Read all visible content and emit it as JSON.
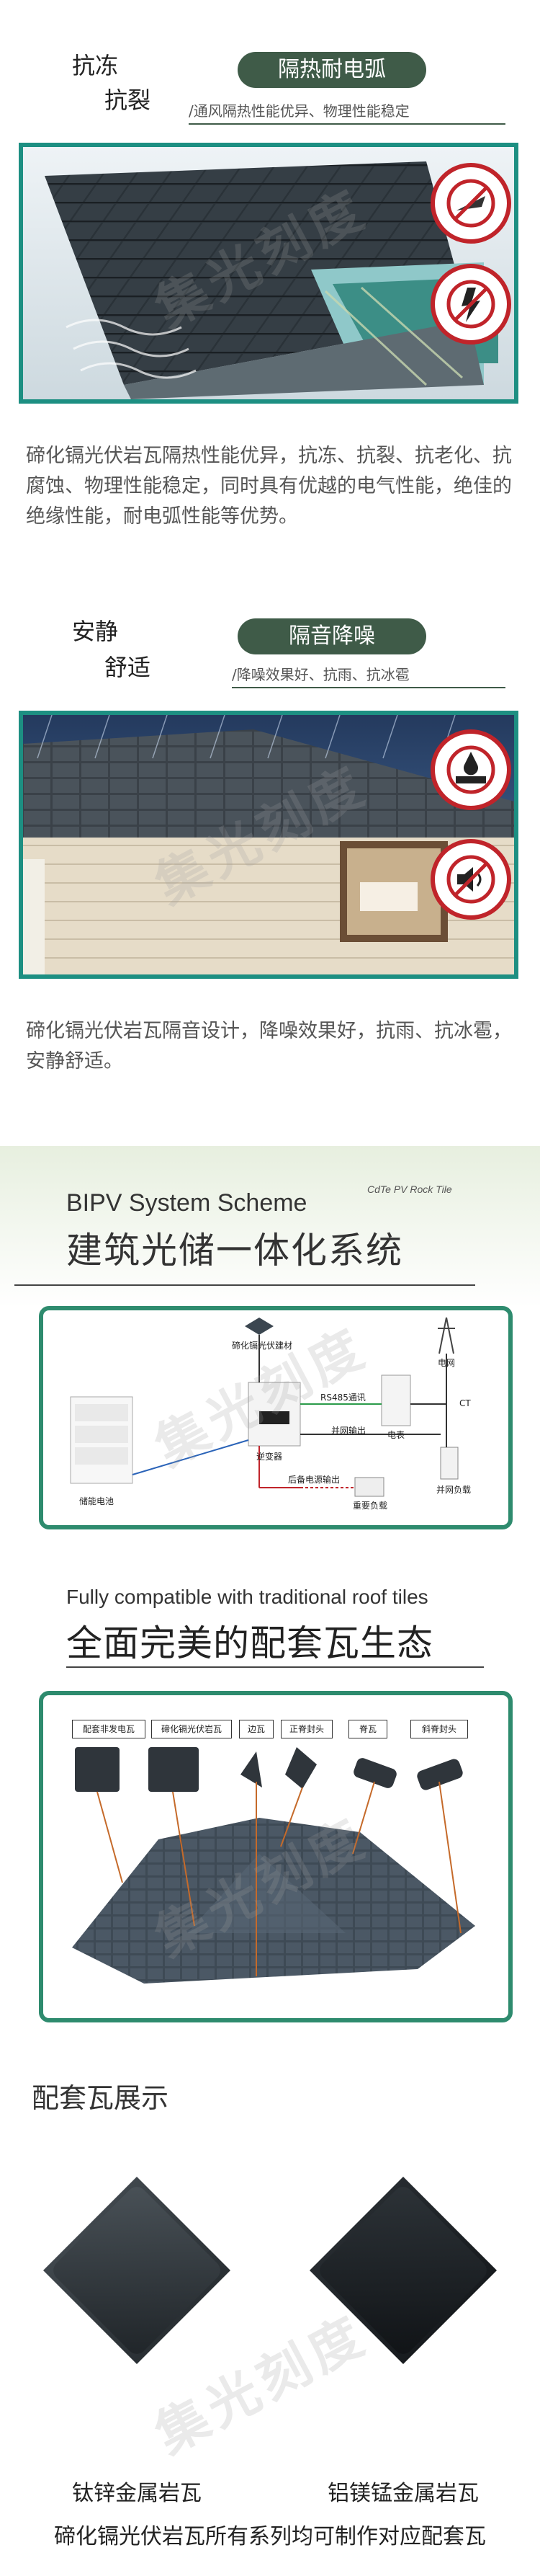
{
  "section1": {
    "title_line1": "抗冻",
    "title_line2": "抗裂",
    "pill": "隔热耐电弧",
    "subtitle": "/通风隔热性能优异、物理性能稳定",
    "paragraph": "碲化镉光伏岩瓦隔热性能优异，抗冻、抗裂、抗老化、抗腐蚀、物理性能稳定，同时具有优越的电气性能，绝佳的绝缘性能，耐电弧性能等优势。"
  },
  "section2": {
    "title_line1": "安静",
    "title_line2": "舒适",
    "pill": "隔音降噪",
    "subtitle": "/降噪效果好、抗雨、抗冰雹",
    "paragraph": "碲化镉光伏岩瓦隔音设计，降噪效果好，抗雨、抗冰雹，安静舒适。"
  },
  "bipv": {
    "title_en": "BIPV System Scheme",
    "title_cn": "建筑光储一体化系统",
    "tag": "CdTe PV Rock Tile",
    "labels": {
      "pv_material": "碲化镉光伏建材",
      "grid": "电网",
      "rs485": "RS485通讯",
      "ct": "CT",
      "meter": "电表",
      "grid_output": "并网输出",
      "inverter": "逆变器",
      "battery": "储能电池",
      "backup_output": "后备电源输出",
      "critical_load": "重要负载",
      "grid_load": "并网负载"
    }
  },
  "compat": {
    "title_en": "Fully compatible with traditional roof tiles",
    "title_cn": "全面完美的配套瓦生态",
    "tiles": [
      "配套非发电瓦",
      "碲化镉光伏岩瓦",
      "边瓦",
      "正脊封头",
      "脊瓦",
      "斜脊封头"
    ]
  },
  "showcase": {
    "title": "配套瓦展示",
    "left_caption": "钛锌金属岩瓦",
    "right_caption": "铝镁锰金属岩瓦",
    "footer": "碲化镉光伏岩瓦所有系列均可制作对应配套瓦"
  },
  "watermark": "集光刻度",
  "colors": {
    "accent_green": "#3f5b48",
    "frame_teal": "#1d8f82",
    "box_green": "#2e8b6e",
    "warning_red": "#c0242a"
  }
}
